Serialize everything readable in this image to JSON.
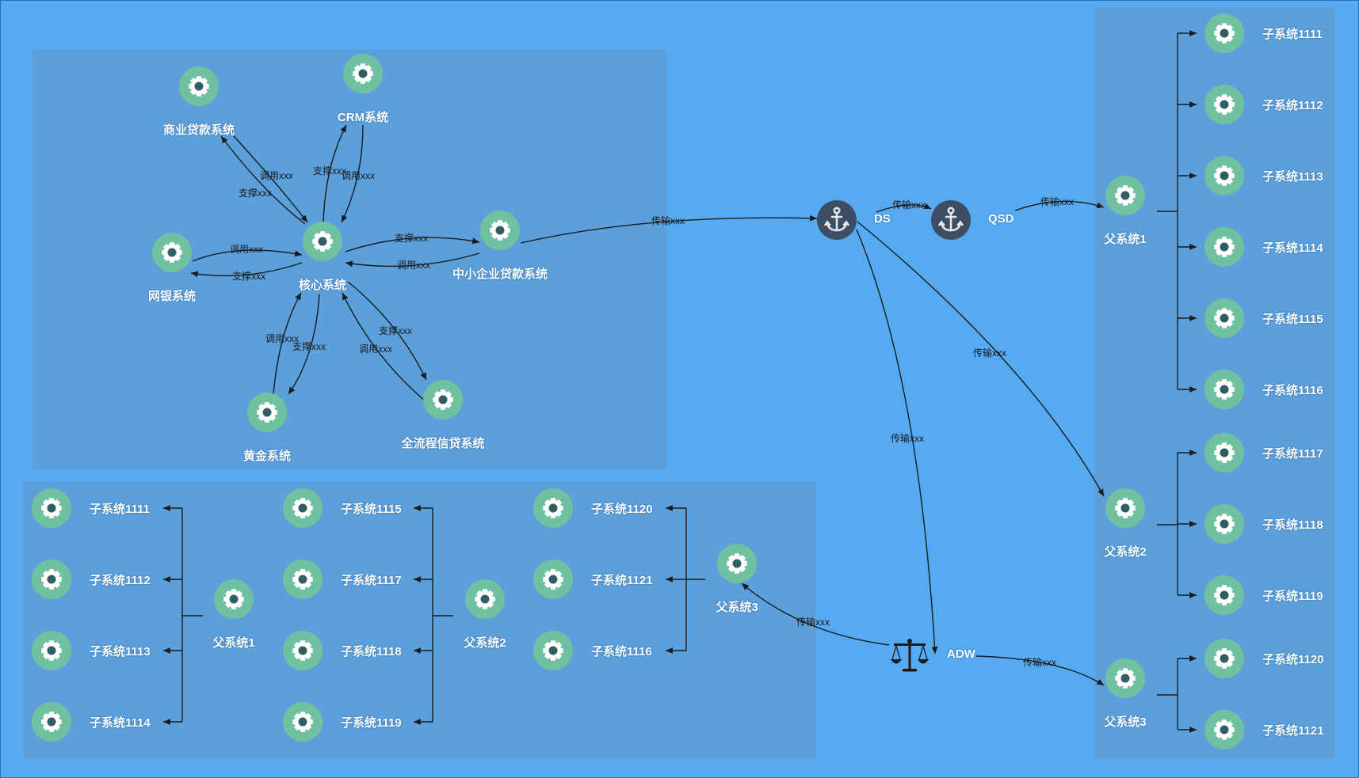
{
  "colors": {
    "background": "#55aaf2",
    "panel": "#5b9fdb",
    "node": "#6fc19f",
    "edge": "#1b1b1b",
    "label": "#ffffff",
    "anchor_bg": "#3d4d63"
  },
  "icons": {
    "node": "gear-icon",
    "storage": "anchor-icon",
    "balancer": "balance-scale-icon"
  },
  "nodes": {
    "commercial_loan": "商业贷款系统",
    "crm": "CRM系统",
    "online_bank": "网银系统",
    "core": "核心系统",
    "sme_loan": "中小企业贷款系统",
    "gold": "黄金系统",
    "full_credit": "全流程信贷系统",
    "ds": "DS",
    "qsd": "QSD",
    "adw": "ADW",
    "r_parent1": "父系统1",
    "r_parent2": "父系统2",
    "r_parent3": "父系统3",
    "r_c1111": "子系统1111",
    "r_c1112": "子系统1112",
    "r_c1113": "子系统1113",
    "r_c1114": "子系统1114",
    "r_c1115": "子系统1115",
    "r_c1116": "子系统1116",
    "r_c1117": "子系统1117",
    "r_c1118": "子系统1118",
    "r_c1119": "子系统1119",
    "r_c1120": "子系统1120",
    "r_c1121": "子系统1121",
    "b_parent1": "父系统1",
    "b_parent2": "父系统2",
    "b_parent3": "父系统3",
    "b_c1111": "子系统1111",
    "b_c1112": "子系统1112",
    "b_c1113": "子系统1113",
    "b_c1114": "子系统1114",
    "b_c1115": "子系统1115",
    "b_c1117": "子系统1117",
    "b_c1118": "子系统1118",
    "b_c1119": "子系统1119",
    "b_c1120": "子系统1120",
    "b_c1121": "子系统1121",
    "b_c1116": "子系统1116"
  },
  "edges": {
    "e1": "调用xxx",
    "e2": "支撑xxx",
    "e3": "支撑xxx",
    "e4": "调用xxx",
    "e5": "调用xxx",
    "e6": "支撑xxx",
    "e7": "支撑xxx",
    "e8": "调用xxx",
    "e9": "调用xxx",
    "e10": "支撑xxx",
    "e11": "支撑xxx",
    "e12": "调用xxx",
    "e13": "传输xxx",
    "e14": "传输xxx",
    "e15": "传输xxx",
    "e16": "传输xxx",
    "e17": "传输xxx",
    "e18": "传输xxx",
    "e19": "传输xxx"
  }
}
